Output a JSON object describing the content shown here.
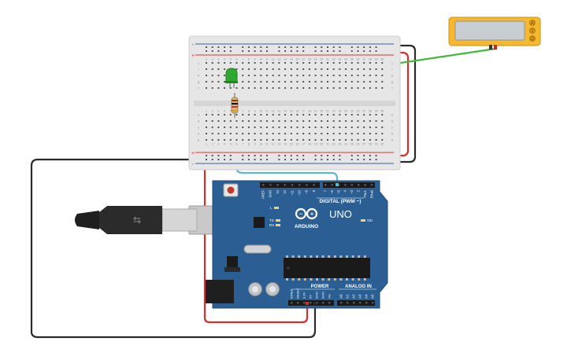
{
  "colors": {
    "board": "#2b5f93",
    "board_edge": "#1f4a78",
    "breadboard": "#e6e6e6",
    "rail_red": "#e0322e",
    "rail_blue": "#3a5fa8",
    "wire_red": "#d32f2f",
    "wire_black": "#2b2b2b",
    "wire_green": "#41b93a",
    "wire_cyan": "#5fb6cf",
    "led": "#2fa82f",
    "multimeter": "#f5b82e",
    "header": "#1a1a1a"
  },
  "breadboard": {
    "columns": 30,
    "row_letters_top": [
      "j",
      "i",
      "h",
      "g",
      "f"
    ],
    "row_letters_bottom": [
      "e",
      "d",
      "c",
      "b",
      "a"
    ],
    "rail_plus": "+",
    "rail_minus": "-"
  },
  "arduino": {
    "logo_text": "ARDUINO",
    "model": "UNO",
    "digital_label": "DIGITAL (PWM ~)",
    "power_label": "POWER",
    "analog_label": "ANALOG IN",
    "on_label": "ON",
    "tx_label": "TX",
    "rx_label": "RX",
    "l_label": "L",
    "digital_pins": [
      "AREF",
      "GND",
      "13",
      "12",
      "~11",
      "~10",
      "~9",
      "8",
      "7",
      "~6",
      "~5",
      "4",
      "~3",
      "2",
      "TX▸1",
      "RX◂0"
    ],
    "power_pins": [
      "IOREF",
      "RESET",
      "3.3V",
      "5V",
      "GND",
      "GND",
      "Vin"
    ],
    "analog_pins": [
      "A0",
      "A1",
      "A2",
      "A3",
      "A4",
      "A5"
    ]
  },
  "multimeter": {
    "display_value": "",
    "buttons": [
      "A",
      "V",
      "Ω"
    ]
  }
}
